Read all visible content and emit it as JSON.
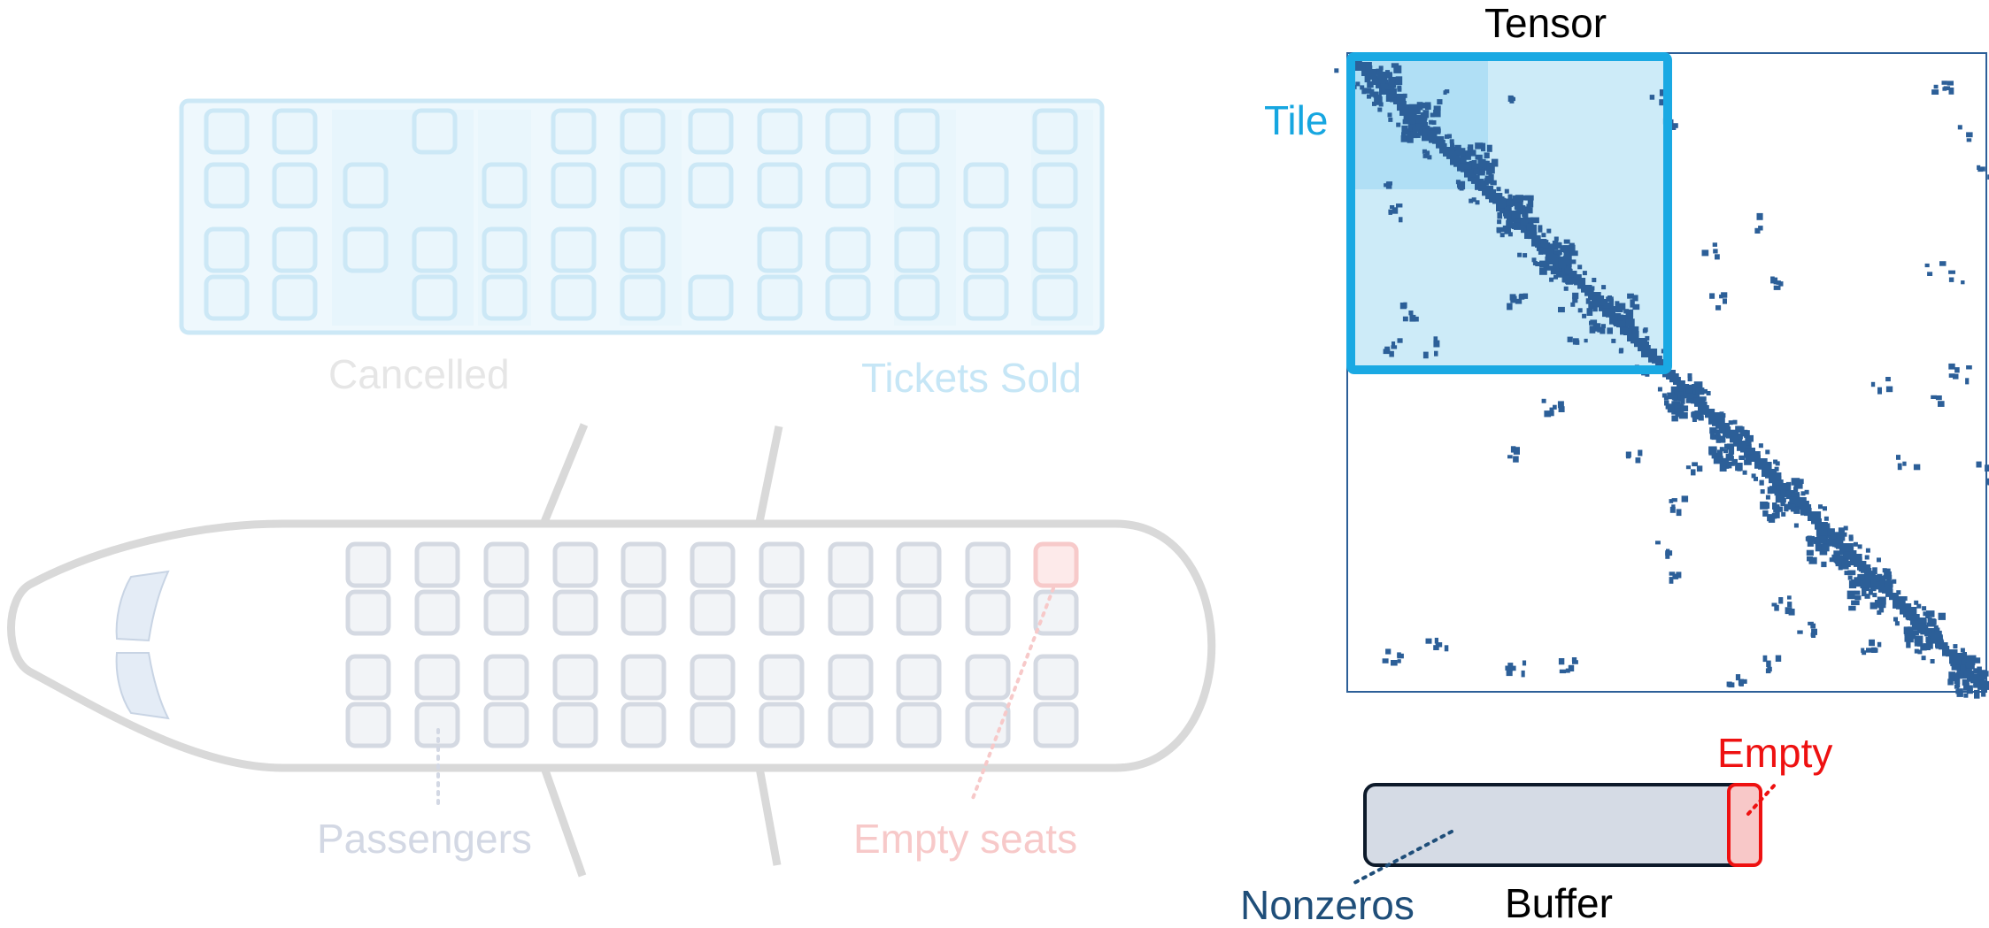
{
  "labels": {
    "cancelled": "Cancelled",
    "tickets_sold": "Tickets Sold",
    "passengers": "Passengers",
    "empty_seats": "Empty seats",
    "tensor": "Tensor",
    "tile": "Tile",
    "empty": "Empty",
    "nonzeros": "Nonzeros",
    "buffer": "Buffer"
  },
  "colors": {
    "cancelled_text": "#e6e6e6",
    "tickets_sold_text": "#c6e6f6",
    "passengers_text": "#d3d8e4",
    "empty_seats_text": "#f7c9c9",
    "tile_text": "#16a6e0",
    "empty_text": "#ee1111",
    "nonzeros_text": "#1f4e79",
    "tile_border": "#1aa9e3",
    "tile_fill": "#cdebf8",
    "matrix_nonzero": "#2c5f98",
    "buffer_fill": "#d5dbe5",
    "buffer_empty_fill": "#f8c8c8",
    "seat_gray": "#d4d9e2",
    "seat_blue": "#cce8f6",
    "seat_red": "#f7caca",
    "fuselage": "#d9d9d9"
  }
}
